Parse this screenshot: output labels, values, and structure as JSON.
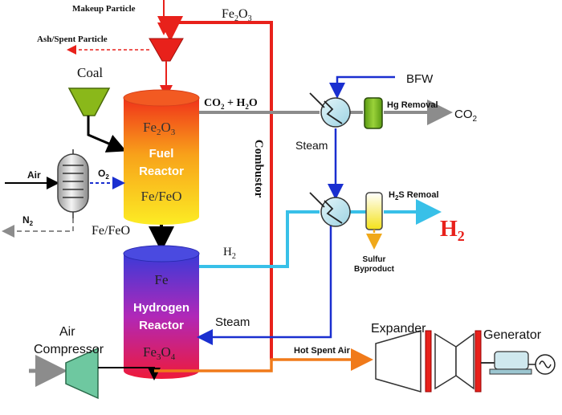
{
  "labels": {
    "makeup_particle": "Makeup Particle",
    "fe2o3_top": "Fe",
    "fe2o3_top_sub": "2",
    "fe2o3_top_o": "O",
    "fe2o3_top_sub2": "3",
    "ash_spent": "Ash/Spent Particle",
    "coal": "Coal",
    "co2_h2o": "CO",
    "co2_h2o_sub": "2",
    "co2_h2o_rest": " + H",
    "co2_h2o_sub2": "2",
    "co2_h2o_end": "O",
    "bfw": "BFW",
    "hg_removal": "Hg Removal",
    "co2_out": "CO",
    "co2_out_sub": "2",
    "steam_upper": "Steam",
    "combustor": "Combustor",
    "air": "Air",
    "o2": "O",
    "o2_sub": "2",
    "n2": "N",
    "n2_sub": "2",
    "fe_feo_out": "Fe/FeO",
    "h2_mid": "H",
    "h2_mid_sub": "2",
    "h2s_removal": "H",
    "h2s_removal_sub": "2",
    "h2s_removal_rest": "S Remoal",
    "h2_out": "H",
    "h2_out_sub": "2",
    "sulfur1": "Sulfur",
    "sulfur2": "Byproduct",
    "steam_lower": "Steam",
    "expander": "Expander",
    "generator": "Generator",
    "air_compressor1": "Air",
    "air_compressor2": "Compressor",
    "hot_spent_air": "Hot Spent Air"
  },
  "fuel_reactor": {
    "top_fe": "Fe",
    "top_sub2": "2",
    "top_o": "O",
    "top_sub3": "3",
    "name1": "Fuel",
    "name2": "Reactor",
    "bottom": "Fe/FeO"
  },
  "hydrogen_reactor": {
    "top": "Fe",
    "name1": "Hydrogen",
    "name2": "Reactor",
    "bottom_fe": "Fe",
    "bottom_sub3": "3",
    "bottom_o": "O",
    "bottom_sub4": "4"
  },
  "colors": {
    "red_line": "#e8211b",
    "blue_line": "#1a2fd0",
    "cyan_line": "#38c0e8",
    "gray_line": "#8c8c8c",
    "orange_line": "#f07a1a",
    "h2_text": "#e8211b"
  }
}
